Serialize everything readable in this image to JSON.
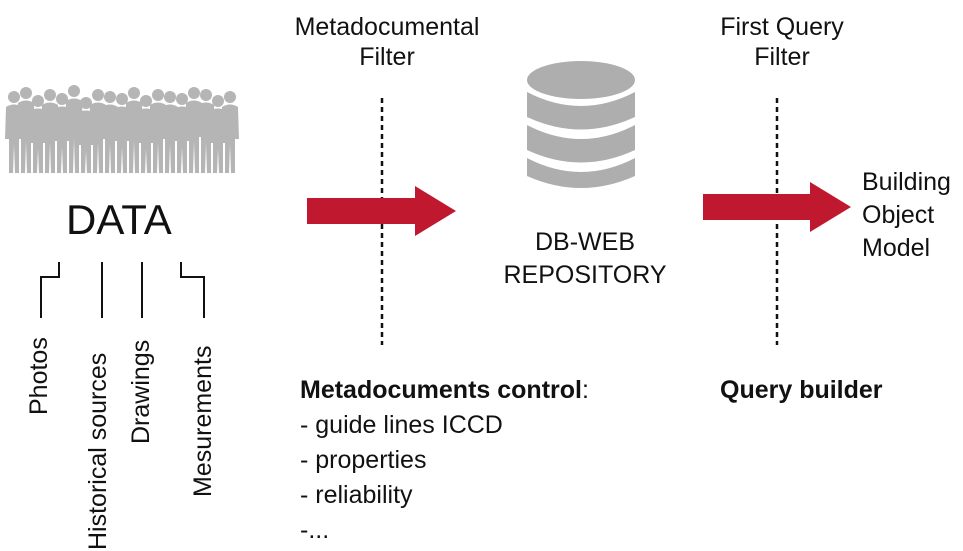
{
  "title": "DATA",
  "sources": [
    {
      "label": "Photos"
    },
    {
      "label": "Historical sources"
    },
    {
      "label": "Drawings"
    },
    {
      "label": "Mesurements"
    }
  ],
  "filters": {
    "metadocumental": "Metadocumental\nFilter",
    "first_query": "First Query\nFilter"
  },
  "repository": {
    "label_line1": "DB-WEB",
    "label_line2": "REPOSITORY"
  },
  "output": {
    "line1": "Building",
    "line2": "Object",
    "line3": "Model"
  },
  "metadocuments_control": {
    "heading": "Metadocuments control",
    "heading_suffix": ":",
    "items": [
      "- guide lines ICCD",
      "- properties",
      "- reliability",
      "-..."
    ]
  },
  "query_builder": "Query builder",
  "colors": {
    "arrow": "#c0192f",
    "database": "#aeaeae",
    "people": "#b5b5b5"
  },
  "icons": {
    "people": "people-silhouettes-icon",
    "database": "database-icon"
  }
}
